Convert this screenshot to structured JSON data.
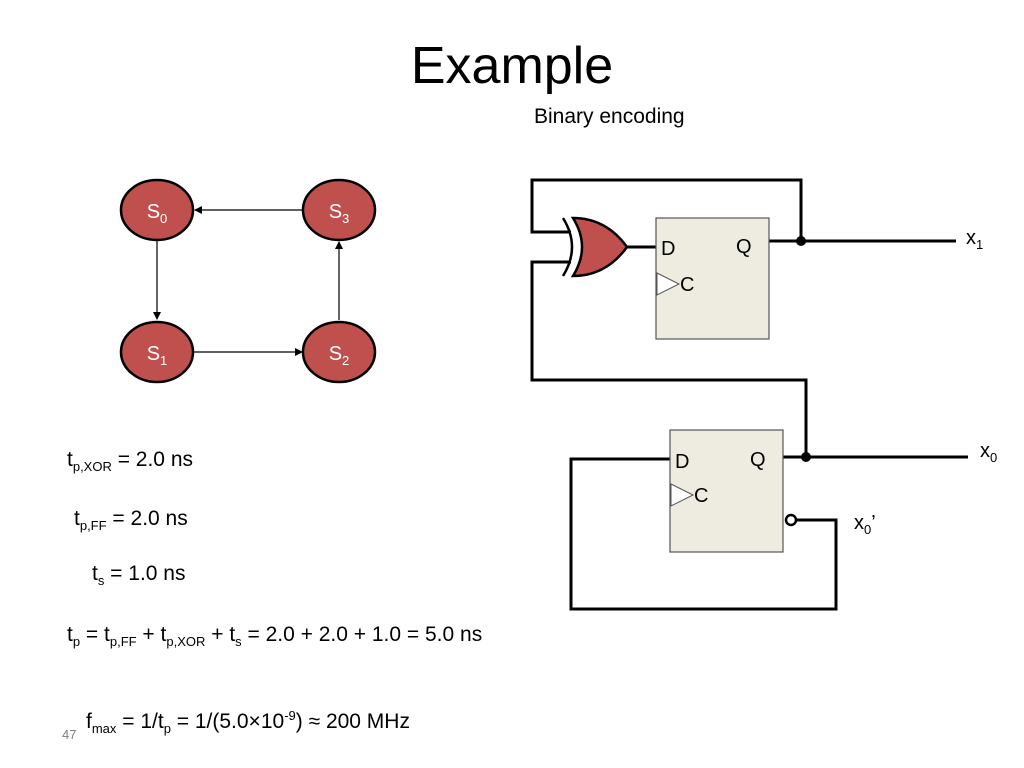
{
  "slide": {
    "title": "Example",
    "subtitle": "Binary encoding",
    "slide_number": "47"
  },
  "colors": {
    "state_fill": "#c0504d",
    "state_stroke": "#000000",
    "xor_fill": "#c0504d",
    "flipflop_fill": "#eeece1",
    "wire": "#000000"
  },
  "state_diagram": {
    "states": [
      {
        "name": "S",
        "sub": "0"
      },
      {
        "name": "S",
        "sub": "1"
      },
      {
        "name": "S",
        "sub": "2"
      },
      {
        "name": "S",
        "sub": "3"
      }
    ]
  },
  "circuit": {
    "flipflop_top": {
      "d_label": "D",
      "q_label": "Q",
      "clk_label": "C"
    },
    "flipflop_bottom": {
      "d_label": "D",
      "q_label": "Q",
      "clk_label": "C"
    },
    "outputs": {
      "x1": {
        "name": "x",
        "sub": "1"
      },
      "x0": {
        "name": "x",
        "sub": "0"
      },
      "x0_bar": {
        "name": "x",
        "sub": "0",
        "suffix": "’"
      }
    }
  },
  "equations": {
    "tp_xor": {
      "lhs": "t",
      "lhs_sub": "p,XOR",
      "rhs": " = 2.0 ns"
    },
    "tp_ff": {
      "lhs": "t",
      "lhs_sub": "p,FF",
      "rhs": " = 2.0 ns"
    },
    "ts": {
      "lhs": "t",
      "lhs_sub": "s",
      "rhs": " = 1.0 ns"
    },
    "tp_total": {
      "p1": "t",
      "s1": "p",
      "p2": " = t",
      "s2": "p,FF",
      "p3": " + t",
      "s3": "p,XOR",
      "p4": " + t",
      "s4": "s",
      "p5": " = 2.0 + 2.0 + 1.0 = 5.0 ns"
    },
    "fmax": {
      "p1": "f",
      "s1": "max",
      "p2": " = 1/t",
      "s2": "p",
      "p3": " = 1/(5.0×10",
      "sup": "-9",
      "p4": ") ≈ 200 MHz"
    }
  }
}
